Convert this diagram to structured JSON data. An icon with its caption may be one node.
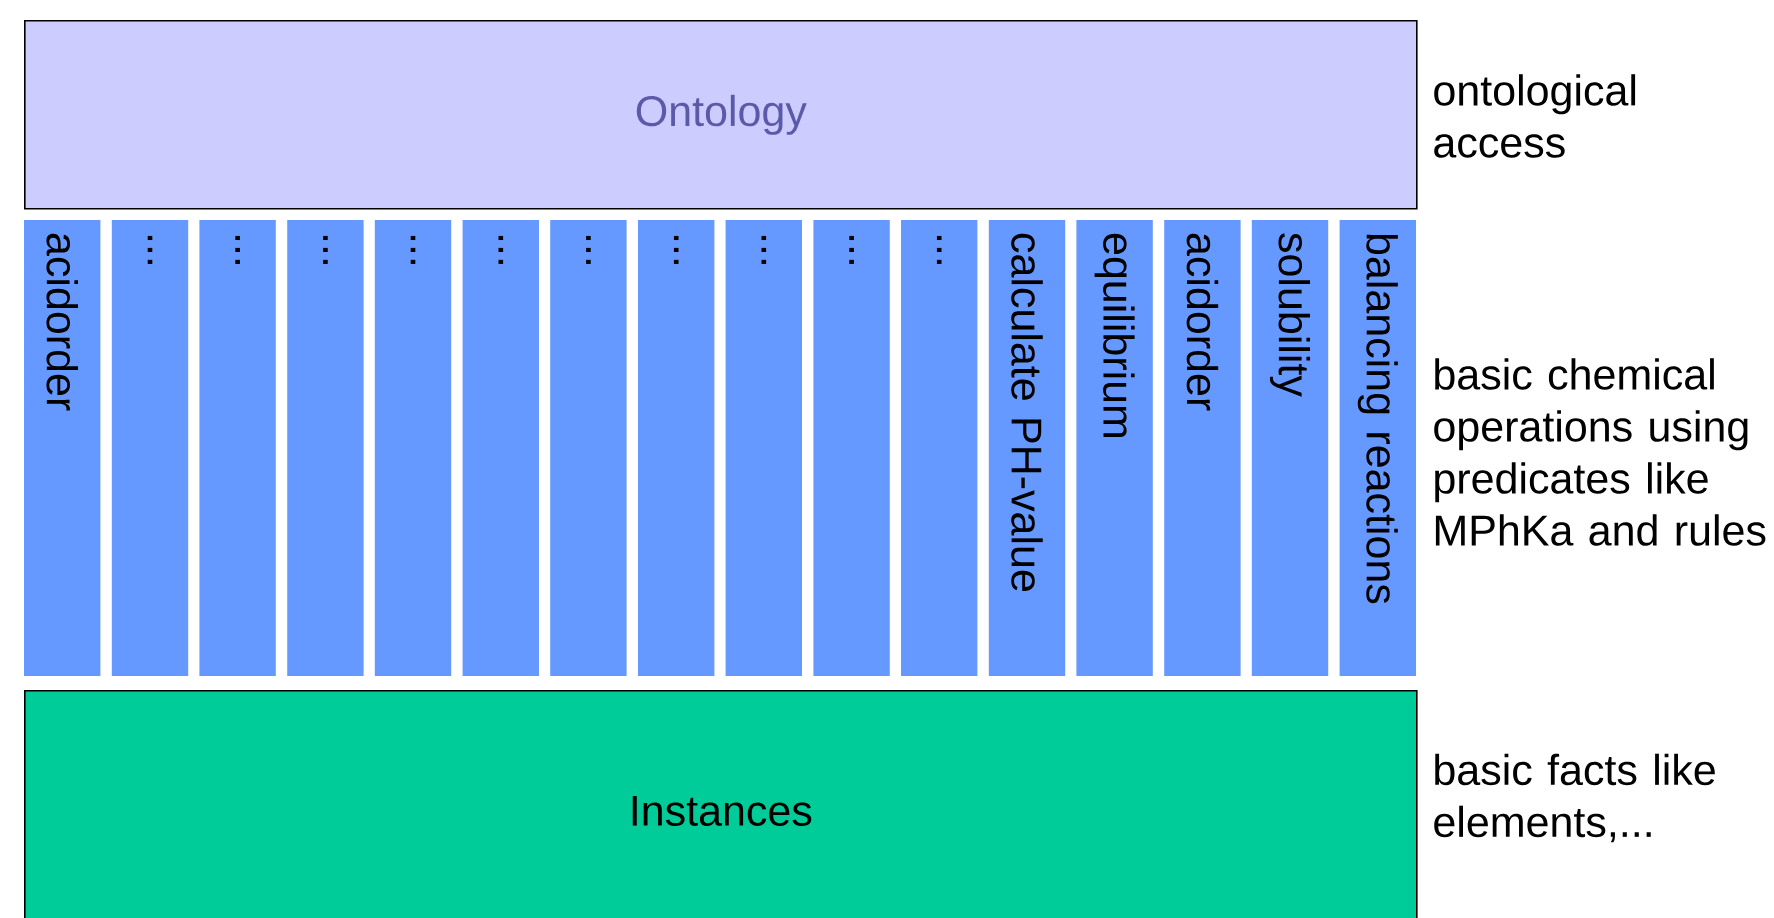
{
  "diagram": {
    "nodes": [
      {
        "text": [
          "Ontology"
        ],
        "beside": [
          "ontological access"
        ]
      },
      {
        "text": [
          "acidorder"
        ]
      },
      {
        "text": [
          "..."
        ]
      },
      {
        "text": [
          "..."
        ]
      },
      {
        "text": [
          "..."
        ]
      },
      {
        "text": [
          "..."
        ]
      },
      {
        "text": [
          "..."
        ]
      },
      {
        "text": [
          "..."
        ]
      },
      {
        "text": [
          "..."
        ]
      },
      {
        "text": [
          "..."
        ]
      },
      {
        "text": [
          "..."
        ]
      },
      {
        "text": [
          "..."
        ]
      },
      {
        "text": [
          "calculate PH-value"
        ]
      },
      {
        "text": [
          "equilibrium"
        ]
      },
      {
        "text": [
          "acidorder"
        ]
      },
      {
        "text": [
          "solubility"
        ]
      },
      {
        "text": [
          "balancing reactions"
        ]
      },
      {
        "text": [
          "Instances"
        ],
        "beside": [
          "basic facts like elements,..."
        ]
      }
    ],
    "labels": [
      "basic chemical operations using predicates like MPhKa and rules"
    ]
  }
}
